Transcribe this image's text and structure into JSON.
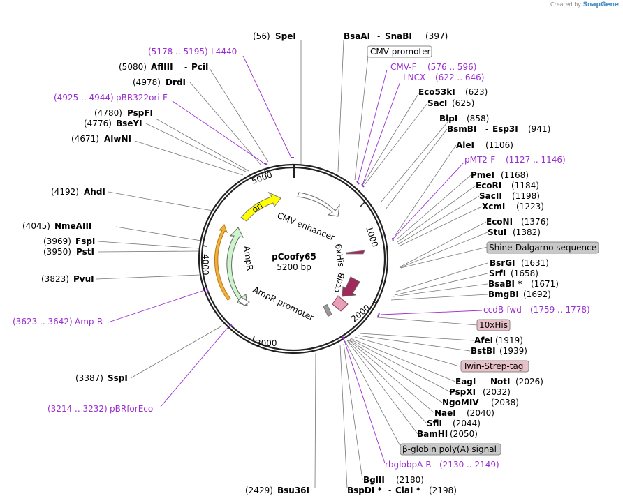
{
  "credit": {
    "prefix": "Created by",
    "brand": "SnapGene"
  },
  "plasmid": {
    "name": "pCoofy65",
    "size": "5200 bp"
  },
  "ticks": [
    "1000",
    "2000",
    "3000",
    "4000",
    "5000"
  ],
  "features": {
    "cmv_enhancer": "CMV enhancer",
    "sixxhis": "6xHis",
    "ccdb": "ccdB",
    "ampr": "AmpR",
    "ampr_promoter": "AmpR promoter",
    "ori": "ori"
  },
  "labels": {
    "spei": {
      "pos": "(56)",
      "name": "SpeI"
    },
    "bsaai": {
      "name": "BsaAI",
      "sep": "-",
      "name2": "SnaBI",
      "pos": "(397)"
    },
    "cmv_promoter": "CMV promoter",
    "l4440": {
      "range": "(5178 .. 5195)",
      "name": "L4440"
    },
    "afliii": {
      "pos": "(5080)",
      "name": "AflIII",
      "sep": "-",
      "name2": "PciI"
    },
    "cmv_f": {
      "name": "CMV-F",
      "range": "(576 .. 596)"
    },
    "lncx": {
      "name": "LNCX",
      "range": "(622 .. 646)"
    },
    "drdi": {
      "pos": "(4978)",
      "name": "DrdI"
    },
    "eco53ki": {
      "name": "Eco53kI",
      "pos": "(623)"
    },
    "pbr322": {
      "range": "(4925 .. 4944)",
      "name": "pBR322ori-F"
    },
    "saci": {
      "name": "SacI",
      "pos": "(625)"
    },
    "pspfi": {
      "pos": "(4780)",
      "name": "PspFI"
    },
    "blpi": {
      "name": "BlpI",
      "pos": "(858)"
    },
    "bseyi": {
      "pos": "(4776)",
      "name": "BseYI"
    },
    "bsmbi": {
      "name": "BsmBI",
      "sep": "-",
      "name2": "Esp3I",
      "pos": "(941)"
    },
    "alwni": {
      "pos": "(4671)",
      "name": "AlwNI"
    },
    "alei": {
      "name": "AleI",
      "pos": "(1106)"
    },
    "pmt2f": {
      "name": "pMT2-F",
      "range": "(1127 .. 1146)"
    },
    "pmei": {
      "name": "PmeI",
      "pos": "(1168)"
    },
    "ecori": {
      "name": "EcoRI",
      "pos": "(1184)"
    },
    "ahdi": {
      "pos": "(4192)",
      "name": "AhdI"
    },
    "sacii": {
      "name": "SacII",
      "pos": "(1198)"
    },
    "xcmi": {
      "name": "XcmI",
      "pos": "(1223)"
    },
    "nmeaiii": {
      "pos": "(4045)",
      "name": "NmeAIII"
    },
    "econi": {
      "name": "EcoNI",
      "pos": "(1376)"
    },
    "stui": {
      "name": "StuI",
      "pos": "(1382)"
    },
    "fspi": {
      "pos": "(3969)",
      "name": "FspI"
    },
    "psti": {
      "pos": "(3950)",
      "name": "PstI"
    },
    "shine": "Shine-Dalgarno sequence",
    "bsrgi": {
      "name": "BsrGI",
      "pos": "(1631)"
    },
    "pvui": {
      "pos": "(3823)",
      "name": "PvuI"
    },
    "srfi": {
      "name": "SrfI",
      "pos": "(1658)"
    },
    "bsabi": {
      "name": "BsaBI *",
      "pos": "(1671)"
    },
    "bmgbi": {
      "name": "BmgBI",
      "pos": "(1692)"
    },
    "ccdbfwd": {
      "name": "ccdB-fwd",
      "range": "(1759 .. 1778)"
    },
    "ampr_primer": {
      "range": "(3623 .. 3642)",
      "name": "Amp-R"
    },
    "tenxhis": "10xHis",
    "afei": {
      "name": "AfeI",
      "pos": "(1919)"
    },
    "bstbi": {
      "name": "BstBI",
      "pos": "(1939)"
    },
    "twinstrep": "Twin-Strep-tag",
    "sspi": {
      "pos": "(3387)",
      "name": "SspI"
    },
    "eagi": {
      "name": "EagI",
      "sep": "-",
      "name2": "NotI",
      "pos": "(2026)"
    },
    "pspxi": {
      "name": "PspXI",
      "pos": "(2032)"
    },
    "ngomiv": {
      "name": "NgoMIV",
      "pos": "(2038)"
    },
    "pbrforeco": {
      "range": "(3214 .. 3232)",
      "name": "pBRforEco"
    },
    "naei": {
      "name": "NaeI",
      "pos": "(2040)"
    },
    "sfii": {
      "name": "SfiI",
      "pos": "(2044)"
    },
    "bamhi": {
      "name": "BamHI",
      "pos": "(2050)"
    },
    "globin": "β-globin poly(A) signal",
    "rbglobpa": {
      "name": "rbglobpA-R",
      "range": "(2130 .. 2149)"
    },
    "bglii": {
      "name": "BglII",
      "pos": "(2180)"
    },
    "bsu36i": {
      "pos": "(2429)",
      "name": "Bsu36I"
    },
    "bspdi": {
      "name": "BspDI *",
      "sep": "-",
      "name2": "ClaI *",
      "pos": "(2198)"
    }
  },
  "colors": {
    "ori": "#ffff00",
    "ampr": "#ccf5cc",
    "ccdb": "#a0285a",
    "primer": "#9a2fd1",
    "ampr_arc": "#f0a020",
    "shine_box": "#c8c8c8",
    "his_box": "#e8c0c8"
  }
}
